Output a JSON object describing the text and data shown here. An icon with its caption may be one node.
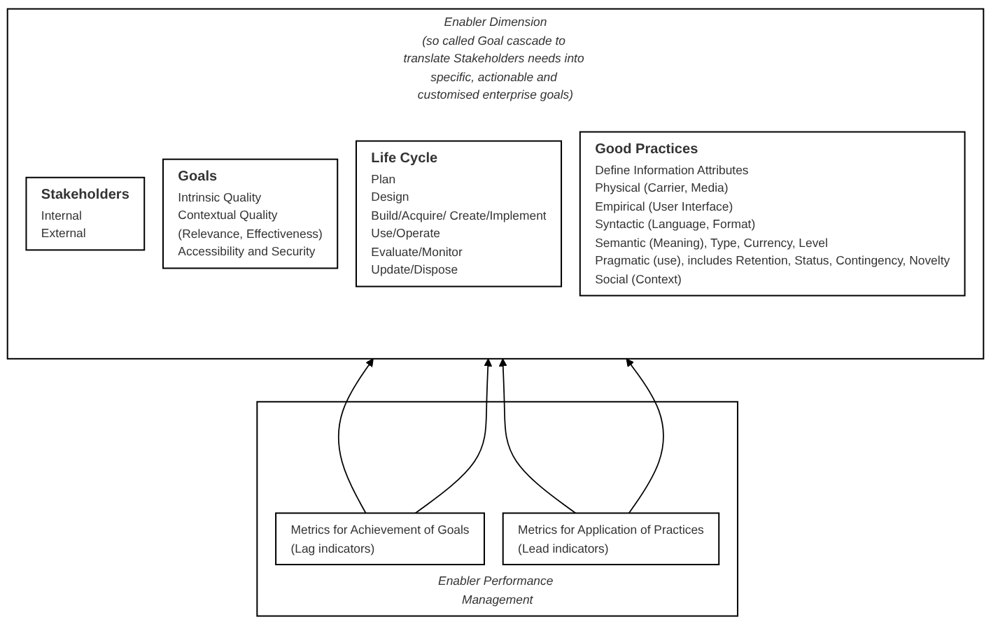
{
  "diagram": {
    "nodes": [
      {
        "text": [
          "Enabler Dimension",
          "(so called Goal cascade to translate Stakeholders needs into specific, actionable and customised enterprise goals)"
        ]
      },
      {
        "text": [
          "Stakeholders",
          "Internal",
          "External"
        ],
        "in": 0
      },
      {
        "text": [
          "Goals",
          "Intrinsic Quality",
          "Contextual Quality",
          "(Relevance, Effectiveness)",
          "Accessibility and Security"
        ],
        "in": 0
      },
      {
        "text": [
          "Life Cycle",
          "Plan",
          "Design",
          "Build/Acquire/ Create/Implement",
          "Use/Operate",
          "Evaluate/Monitor",
          "Update/Dispose"
        ],
        "in": 0
      },
      {
        "text": [
          "Good Practices",
          "Define Information Attributes",
          "Physical (Carrier, Media)",
          "Empirical (User Interface)",
          "Syntactic (Language, Format)",
          "Semantic (Meaning), Type, Currency, Level",
          "Pragmatic (use), includes Retention, Status, Contingency, Novelty",
          "Social (Context)"
        ],
        "in": 0
      },
      {
        "text": [
          "Enabler Performance Management"
        ]
      },
      {
        "text": [
          "Metrics for Achievement of Goals",
          "(Lag indicators)"
        ],
        "in": 5
      },
      {
        "text": [
          "Metrics for Application of Practices",
          "(Lead indicators)"
        ],
        "in": 5
      }
    ],
    "edges": [
      {
        "from": 6,
        "to": 0,
        "arrow": "to"
      },
      {
        "from": 6,
        "to": 0,
        "arrow": "to"
      },
      {
        "from": 7,
        "to": 0,
        "arrow": "to"
      },
      {
        "from": 7,
        "to": 0,
        "arrow": "to"
      }
    ]
  }
}
